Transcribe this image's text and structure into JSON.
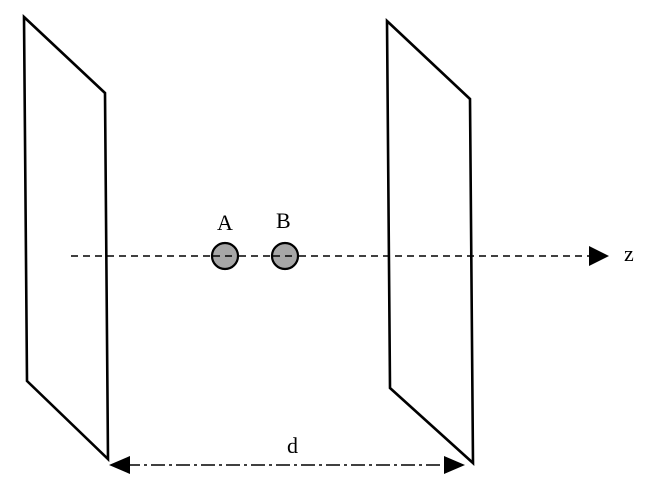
{
  "axis": {
    "label": "z"
  },
  "particles": [
    {
      "label": "A",
      "color": "#a6a6a6"
    },
    {
      "label": "B",
      "color": "#a6a6a6"
    }
  ],
  "separation": {
    "label": "d"
  },
  "colors": {
    "stroke": "#000000",
    "particle_fill": "#a6a6a6",
    "background": "#ffffff"
  }
}
